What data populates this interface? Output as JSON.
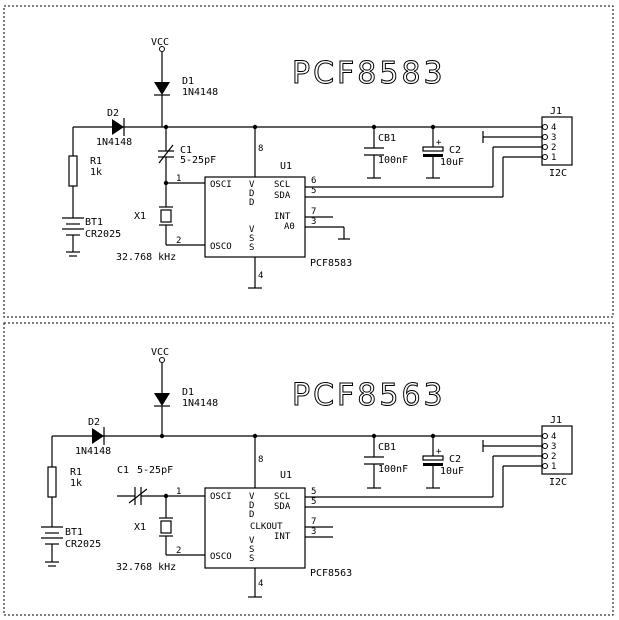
{
  "panels": [
    {
      "title": "PCF8583",
      "vcc": "VCC",
      "d1": {
        "ref": "D1",
        "part": "1N4148"
      },
      "d2": {
        "ref": "D2",
        "part": "1N4148"
      },
      "r1": {
        "ref": "R1",
        "value": "1k"
      },
      "bt1": {
        "ref": "BT1",
        "part": "CR2025"
      },
      "c1": {
        "ref": "C1",
        "value": "5-25pF"
      },
      "x1": {
        "ref": "X1",
        "freq": "32.768 kHz"
      },
      "cb1": {
        "ref": "CB1",
        "value": "100nF"
      },
      "c2": {
        "ref": "C2",
        "value": "10uF",
        "plus": "+"
      },
      "u1": {
        "ref": "U1",
        "part": "PCF8583",
        "vdd": [
          "V",
          "D",
          "D"
        ],
        "vss": [
          "V",
          "S",
          "S"
        ],
        "osci": "OSCI",
        "osco": "OSCO",
        "scl": "SCL",
        "sda": "SDA",
        "r1": "INT",
        "r2": "A0",
        "pins": {
          "osci": "1",
          "osco": "2",
          "vdd": "8",
          "vss": "4",
          "scl": "6",
          "sda": "5",
          "r1": "7",
          "r2": "3"
        }
      },
      "j1": {
        "ref": "J1",
        "label": "I2C",
        "pins": [
          "4",
          "3",
          "2",
          "1"
        ]
      }
    },
    {
      "title": "PCF8563",
      "vcc": "VCC",
      "d1": {
        "ref": "D1",
        "part": "1N4148"
      },
      "d2": {
        "ref": "D2",
        "part": "1N4148"
      },
      "r1": {
        "ref": "R1",
        "value": "1k"
      },
      "bt1": {
        "ref": "BT1",
        "part": "CR2025"
      },
      "c1": {
        "ref": "C1",
        "value": "5-25pF"
      },
      "x1": {
        "ref": "X1",
        "freq": "32.768 kHz"
      },
      "cb1": {
        "ref": "CB1",
        "value": "100nF"
      },
      "c2": {
        "ref": "C2",
        "value": "10uF",
        "plus": "+"
      },
      "u1": {
        "ref": "U1",
        "part": "PCF8563",
        "vdd": [
          "V",
          "D",
          "D"
        ],
        "vss": [
          "V",
          "S",
          "S"
        ],
        "osci": "OSCI",
        "osco": "OSCO",
        "scl": "SCL",
        "sda": "SDA",
        "r1": "CLKOUT",
        "r2": "INT",
        "pins": {
          "osci": "1",
          "osco": "2",
          "vdd": "8",
          "vss": "4",
          "scl": "5",
          "sda": "5",
          "r1": "7",
          "r2": "3"
        }
      },
      "j1": {
        "ref": "J1",
        "label": "I2C",
        "pins": [
          "4",
          "3",
          "2",
          "1"
        ]
      }
    }
  ]
}
